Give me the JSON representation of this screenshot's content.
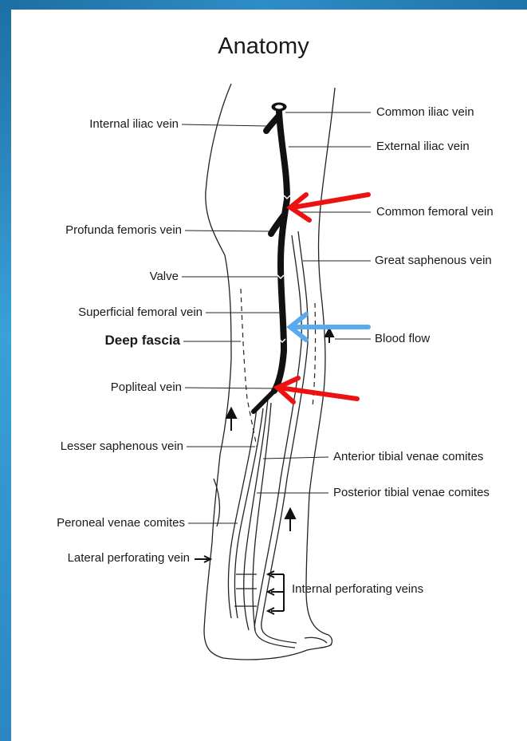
{
  "title": "Anatomy",
  "labels": {
    "internal_iliac_vein": "Internal iliac vein",
    "common_iliac_vein": "Common iliac vein",
    "external_iliac_vein": "External iliac vein",
    "common_femoral_vein": "Common femoral vein",
    "profunda_femoris_vein": "Profunda femoris vein",
    "great_saphenous_vein": "Great saphenous vein",
    "valve": "Valve",
    "superficial_femoral_vein": "Superficial femoral vein",
    "deep_fascia": "Deep fascia",
    "blood_flow": "Blood flow",
    "popliteal_vein": "Popliteal vein",
    "lesser_saphenous_vein": "Lesser saphenous vein",
    "anterior_tibial_venae_comites": "Anterior tibial venae comites",
    "posterior_tibial_venae_comites": "Posterior tibial venae comites",
    "peroneal_venae_comites": "Peroneal venae comites",
    "lateral_perforating_vein": "Lateral perforating vein",
    "internal_perforating_veins": "Internal perforating veins"
  },
  "colors": {
    "highlight_arrow_red": "#ee1111",
    "highlight_arrow_blue": "#5aaaf0",
    "frame_blue": "#2b86c2"
  }
}
